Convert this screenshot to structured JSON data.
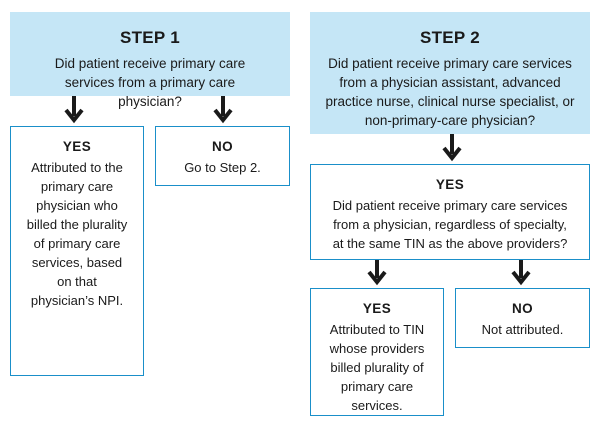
{
  "step1": {
    "title": "STEP 1",
    "text": "Did patient receive primary care services from a primary care physician?"
  },
  "step1_yes": {
    "label": "YES",
    "text": "Attributed to the primary care physician who billed the plurality of primary care services, based on that physician’s NPI."
  },
  "step1_no": {
    "label": "NO",
    "text": "Go to Step 2."
  },
  "step2": {
    "title": "STEP 2",
    "text": "Did patient receive primary care services from a physician assistant, advanced practice nurse, clinical nurse specialist, or non-primary-care physician?"
  },
  "step2_yes": {
    "label": "YES",
    "text": "Did patient receive primary care services from a physician, regardless of specialty, at the same TIN as the above providers?"
  },
  "step2_yes_yes": {
    "label": "YES",
    "text": "Attributed to TIN whose providers billed plurality of primary care services."
  },
  "step2_yes_no": {
    "label": "NO",
    "text": "Not attributed."
  },
  "colors": {
    "step_fill": "#c5e6f6",
    "border": "#1a8fc9",
    "arrow": "#1a1a1a"
  }
}
